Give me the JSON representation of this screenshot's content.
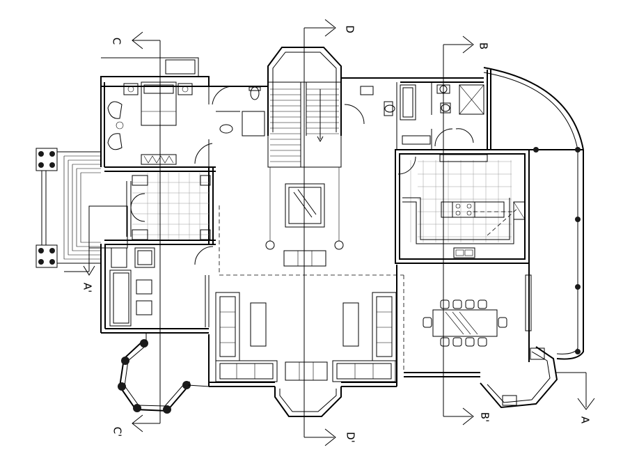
{
  "section_marks": {
    "a": "A",
    "a_prime": "A'",
    "b": "B",
    "b_prime": "B'",
    "c": "C",
    "c_prime": "C'",
    "d": "D",
    "d_prime": "D'"
  }
}
